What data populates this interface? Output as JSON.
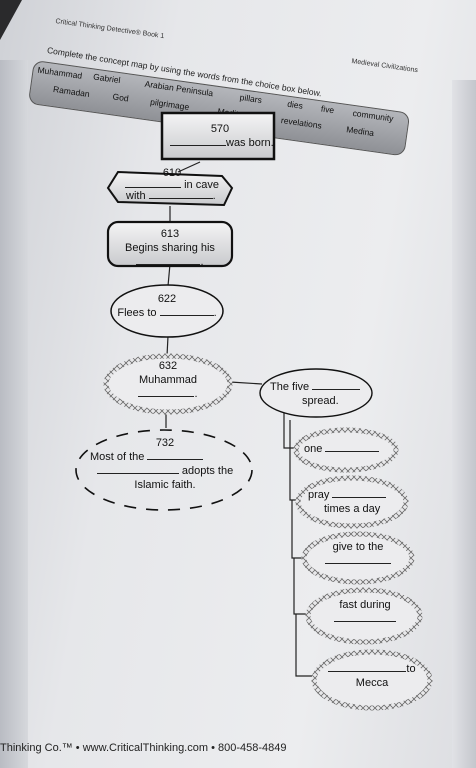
{
  "header": {
    "series": "Critical Thinking Detective® Book 1",
    "section": "Medieval Civilizations"
  },
  "instructions": "Complete the concept map by using the words from the choice box below.",
  "choice_box": {
    "words": [
      "Muhammad",
      "Gabriel",
      "Arabian Peninsula",
      "pillars",
      "dies",
      "five",
      "community",
      "Ramadan",
      "God",
      "pilgrimage",
      "Meditates",
      "revelations",
      "Medina"
    ]
  },
  "concept_map": {
    "n570": {
      "year": "570",
      "text": "was born."
    },
    "n610": {
      "year": "610",
      "text1": "in cave",
      "text2": "with"
    },
    "n613": {
      "year": "613",
      "text": "Begins sharing his"
    },
    "n622": {
      "year": "622",
      "text": "Flees to"
    },
    "n632": {
      "year": "632",
      "text": "Muhammad"
    },
    "n732": {
      "year": "732",
      "text1": "Most of the",
      "text2": "adopts the",
      "text3": "Islamic faith."
    },
    "five": {
      "text1": "The five",
      "text2": "spread."
    },
    "one": {
      "text": "one"
    },
    "pray": {
      "text1": "pray",
      "text2": "times a day"
    },
    "give": {
      "text": "give to the"
    },
    "fast": {
      "text": "fast during"
    },
    "mecca": {
      "text1": "to",
      "text2": "Mecca"
    }
  },
  "footer": "Thinking Co.™ • www.CriticalThinking.com • 800-458-4849"
}
